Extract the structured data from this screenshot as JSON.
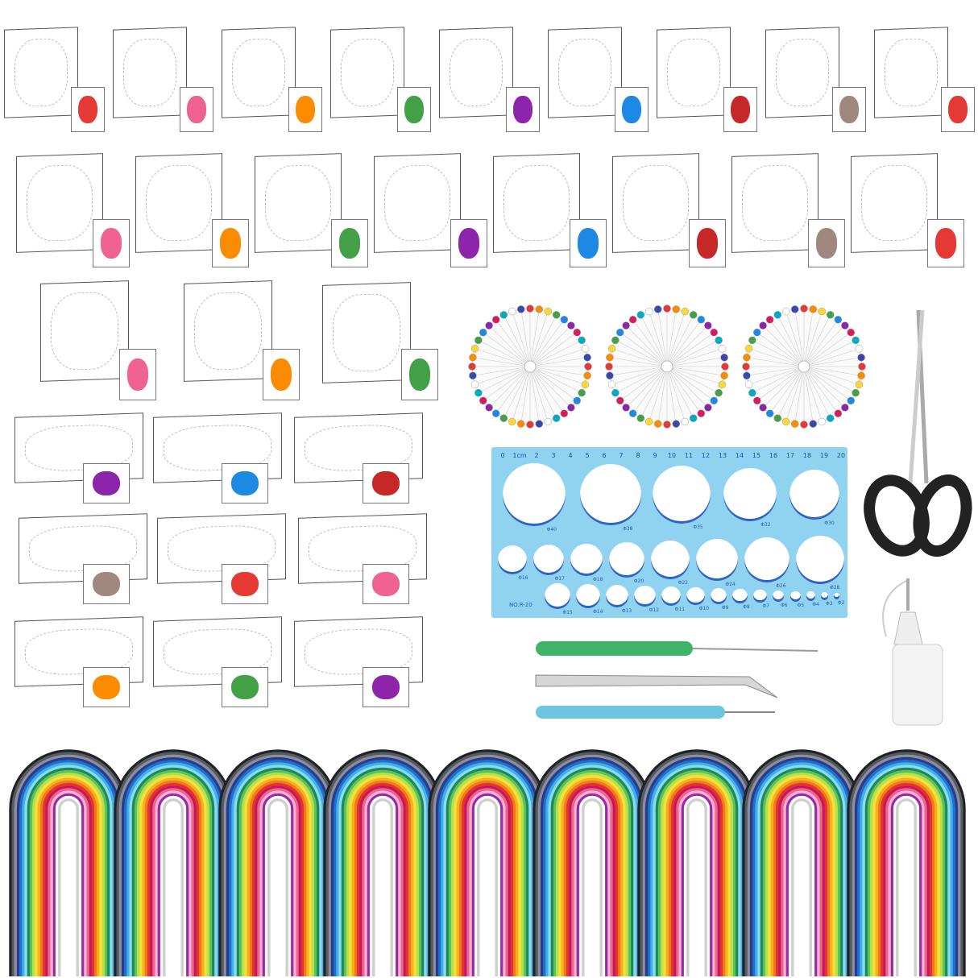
{
  "ruler": {
    "scale": [
      "0",
      "1cm",
      "2",
      "3",
      "4",
      "5",
      "6",
      "7",
      "8",
      "9",
      "10",
      "11",
      "12",
      "13",
      "14",
      "15",
      "16",
      "17",
      "18",
      "19",
      "20"
    ],
    "row1": [
      "Φ40",
      "Φ38",
      "Φ35",
      "Φ32",
      "Φ30"
    ],
    "row2": [
      "Φ16",
      "Φ17",
      "Φ18",
      "Φ20",
      "Φ22",
      "Φ24",
      "Φ26",
      "Φ28"
    ],
    "row3": [
      "Φ15",
      "Φ14",
      "Φ13",
      "Φ12",
      "Φ11",
      "Φ10",
      "Φ9",
      "Φ8",
      "Φ7",
      "Φ6",
      "Φ5",
      "Φ4",
      "Φ3",
      "Φ2"
    ],
    "model": "NO.R-20",
    "color": "#8fd3f1"
  },
  "strip_colors": [
    "#222222",
    "#555b66",
    "#8a8f99",
    "#2a3a8c",
    "#1e6fd0",
    "#3fb3e6",
    "#8fd8f0",
    "#1a8a5a",
    "#5cc25a",
    "#b8e04a",
    "#f4e23a",
    "#f6b21c",
    "#f07b1e",
    "#e6322a",
    "#c2185b",
    "#f06292",
    "#f8b6c8",
    "#9c27b0",
    "#ffffff",
    "#cfcfcf"
  ],
  "pin_colors": [
    "#e53935",
    "#fb8c00",
    "#fdd835",
    "#43a047",
    "#1e88e5",
    "#8e24aa",
    "#d81b60",
    "#00acc1",
    "#ffffff",
    "#3949ab"
  ],
  "thumb_colors": [
    "#e53935",
    "#f06292",
    "#fb8c00",
    "#43a047",
    "#8e24aa",
    "#1e88e5",
    "#c62828",
    "#a1887f"
  ]
}
